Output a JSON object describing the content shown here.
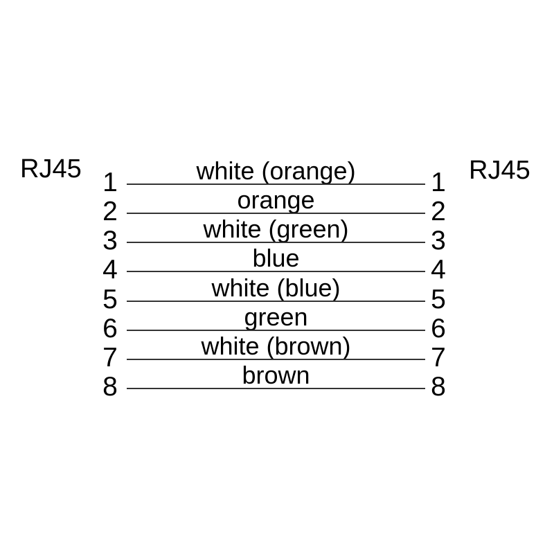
{
  "diagram": {
    "type": "cable-pinout",
    "connectors": {
      "left": {
        "label": "RJ45",
        "pins": [
          "1",
          "2",
          "3",
          "4",
          "5",
          "6",
          "7",
          "8"
        ]
      },
      "right": {
        "label": "RJ45",
        "pins": [
          "1",
          "2",
          "3",
          "4",
          "5",
          "6",
          "7",
          "8"
        ]
      }
    },
    "wires": [
      {
        "left_pin": "1",
        "right_pin": "1",
        "color": "white (orange)"
      },
      {
        "left_pin": "2",
        "right_pin": "2",
        "color": "orange"
      },
      {
        "left_pin": "3",
        "right_pin": "3",
        "color": "white (green)"
      },
      {
        "left_pin": "4",
        "right_pin": "4",
        "color": "blue"
      },
      {
        "left_pin": "5",
        "right_pin": "5",
        "color": "white (blue)"
      },
      {
        "left_pin": "6",
        "right_pin": "6",
        "color": "green"
      },
      {
        "left_pin": "7",
        "right_pin": "7",
        "color": "white (brown)"
      },
      {
        "left_pin": "8",
        "right_pin": "8",
        "color": "brown"
      }
    ],
    "colors": {
      "background": "#ffffff",
      "text": "#000000",
      "wire_line": "#333333"
    }
  }
}
